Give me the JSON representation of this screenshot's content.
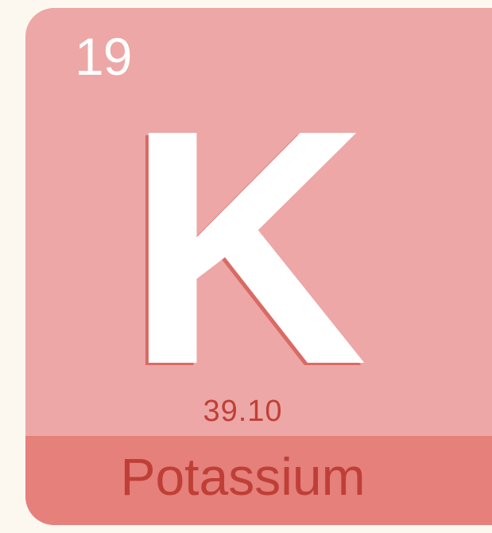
{
  "element": {
    "atomic_number": "19",
    "symbol": "K",
    "atomic_mass": "39.10",
    "name": "Potassium"
  },
  "colors": {
    "background": "#fdf8ef",
    "tile": "#eda7a6",
    "band": "#e5807b",
    "text_dark": "#bf3f37",
    "text_light": "#ffffff",
    "symbol_shadow": "#d96a64"
  }
}
